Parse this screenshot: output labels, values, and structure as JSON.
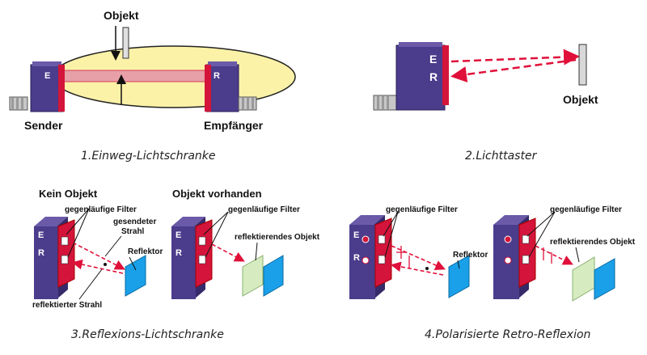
{
  "panel1": {
    "object_label": "Objekt",
    "sender_label": "Sender",
    "receiver_label": "Empfänger",
    "caption": "1.Einweg-Lichtschranke",
    "e_letter": "E",
    "r_letter": "R"
  },
  "panel2": {
    "object_label": "Objekt",
    "caption": "2.Lichttaster",
    "e_letter": "E",
    "r_letter": "R"
  },
  "panel3": {
    "left_title": "Kein Objekt",
    "right_title": "Objekt vorhanden",
    "filter_label_left": "gegenläufige Filter",
    "filter_label_right": "gegenläufige Filter",
    "sent_beam_line1": "gesendeter",
    "sent_beam_line2": "Strahl",
    "reflector_label": "Reflektor",
    "reflected_beam_label": "reflektierter Strahl",
    "reflecting_object_label": "reflektierendes Objekt",
    "caption": "3.Reflexions-Lichtschranke",
    "e_letter": "E",
    "r_letter": "R"
  },
  "panel4": {
    "filter_label_left": "gegenläufige Filter",
    "filter_label_right": "gegenläufige Filter",
    "reflector_label": "Reflektor",
    "reflecting_object_label": "reflektierendes Objekt",
    "caption": "4.Polarisierte Retro-Reflexion",
    "e_letter": "E",
    "r_letter": "R"
  },
  "colors": {
    "housing": "#4b3c8c",
    "housing_dark": "#362a6a",
    "red_face": "#d4143a",
    "beam": "#e8a0a8",
    "dash_beam": "#e0103a",
    "zone": "#fbf2a8",
    "reflector_blue": "#1aa0e8",
    "object_green": "#d6ecc0"
  }
}
